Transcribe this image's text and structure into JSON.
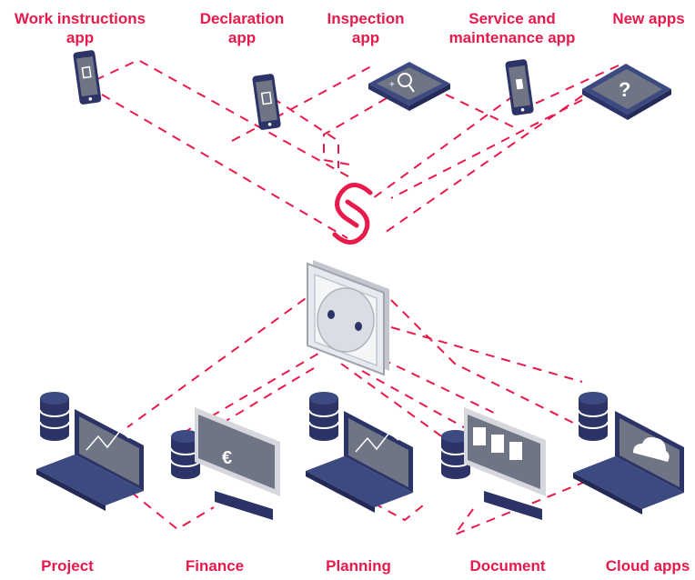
{
  "colors": {
    "accent": "#e8194b",
    "device_dark": "#2c3366",
    "device_mid": "#3d4a82",
    "screen": "#6f7584",
    "socket": "#e7e9ee"
  },
  "top_apps": [
    {
      "line1": "Work instructions",
      "line2": "app",
      "icon": "phone-document-icon"
    },
    {
      "line1": "Declaration",
      "line2": "app",
      "icon": "phone-form-icon"
    },
    {
      "line1": "Inspection",
      "line2": "app",
      "icon": "tablet-magnifier-icon"
    },
    {
      "line1": "Service and",
      "line2": "maintenance app",
      "icon": "phone-battery-icon"
    },
    {
      "line1": "New apps",
      "line2": "",
      "icon": "tablet-question-icon"
    }
  ],
  "hub": {
    "logo_icon": "s-chain-logo-icon",
    "connector_icon": "power-socket-icon"
  },
  "bottom_systems": [
    {
      "label": "Project",
      "icon": "laptop-chart-database-icon"
    },
    {
      "label": "Finance",
      "icon": "monitor-euro-database-icon"
    },
    {
      "label": "Planning",
      "icon": "laptop-chart-database-icon"
    },
    {
      "label": "Document",
      "icon": "monitor-documents-database-icon"
    },
    {
      "label": "Cloud apps",
      "icon": "laptop-cloud-database-icon"
    }
  ]
}
